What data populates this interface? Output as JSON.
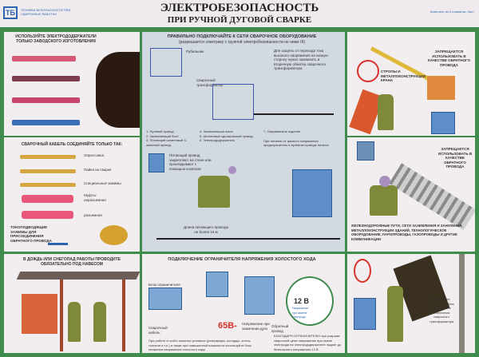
{
  "header": {
    "logo": "ТБ",
    "series": "ТЕХНИКА БЕЗОПАСНОСТИ ПРИ СВАРОЧНЫХ РАБОТАХ",
    "title": "ЭЛЕКТРОБЕЗОПАСНОСТЬ",
    "subtitle": "ПРИ РУЧНОЙ ДУГОВОЙ СВАРКЕ",
    "kit": "Комплект из 4 плакатов. Лист"
  },
  "panel_holders": {
    "caption": "ИСПОЛЬЗУЙТЕ ЭЛЕКТРОДОДЕРЖАТЕЛИ ТОЛЬКО ЗАВОДСКОГО ИЗГОТОВЛЕНИЯ"
  },
  "panel_cable": {
    "caption": "СВАРОЧНЫЙ КАБЕЛЬ СОЕДИНЯЙТЕ ТОЛЬКО ТАК:",
    "items": [
      "Опрессовка",
      "Пайка на сварке",
      "Специальные зажимы",
      "Муфты: неразъемная",
      "разъемная"
    ],
    "clamps": "ТОКОПОДВОДЯЩИЕ ЗАЖИМЫ ДЛЯ ПРИСОЕДИНЕНИЯ ОБРАТНОГО ПРОВОДА"
  },
  "panel_rain": {
    "caption": "В ДОЖДЬ ИЛИ СНЕГОПАД РАБОТЫ ПРОВОДИТЕ ОБЯЗАТЕЛЬНО ПОД НАВЕСОМ"
  },
  "panel_connect": {
    "caption": "ПРАВИЛЬНО ПОДКЛЮЧАЙТЕ К СЕТИ СВАРОЧНОЕ ОБОРУДОВАНИЕ",
    "caption2": "(разрешается электрику с группой электробезопасности не ниже III)",
    "switch": "Рубильник",
    "transformer": "Сварочный трансформатор",
    "note": "Для защиты от перехода тока высокого напряжения на низкую сторону нужно заземлить и вторичную обмотку сварочного трансформатора",
    "legend": [
      "1. Нулевой провод",
      "2. Заземляющий болт",
      "3. Питающий шланговый 3-жильный провод",
      "4. Заземляющая жила",
      "5. Шланговый одножильный провод",
      "6. Электрододержатель",
      "7. Свариваемое изделие"
    ],
    "note2": "При питании от фазного напряжения предохранитель в нулевом проводе нельзя!",
    "supply": "Питающий провод закрепляют на стене или прокладывают с помощью козелков",
    "length": "Длина питающего провода не более 10 м"
  },
  "panel_limiter": {
    "caption": "ПОДКЛЮЧЕНИЕ ОГРАНИЧИТЕЛЯ НАПРЯЖЕНИЯ ХОЛОСТОГО ХОДА",
    "block": "Блок ограничителя",
    "cable": "Сварочный кабель",
    "return": "Обратный провод",
    "v65": "65В-",
    "v65_note": "Напряжение при зажигании дуги",
    "v12": "12 В",
    "v12_note": "Напряжение при замене электрода",
    "note": "При работе в особо опасных условиях (резервуары, колодцы, котлы, тоннели и т.п.) а также при повышенной влажности используйте блок снижения напряжения холостого хода",
    "thanks": "БЛАГОДАРЯ ОГРАНИЧИТЕЛЮ при разрыве сварочной цепи напряжение при смене электрода на электрододержателе падает до безопасного напряжения 12 В"
  },
  "panel_crane": {
    "forbidden": "ЗАПРЕЩАЕТСЯ ИСПОЛЬЗОВАТЬ В КАЧЕСТВЕ ОБРАТНОГО ПРОВОДА",
    "slings": "СТРОПЫ И МЕТАЛЛОКОНСТРУКЦИИ КРАНА"
  },
  "panel_rails": {
    "forbidden": "ЗАПРЕЩАЕТСЯ ИСПОЛЬЗОВАТЬ В КАЧЕСТВЕ ОБРАТНОГО ПРОВОДА",
    "list": "ЖЕЛЕЗНОДОРОЖНЫЕ ПУТИ, СЕТИ ЗАЗЕМЛЕНИЯ И ЗАНУЛЕНИЯ, МЕТАЛЛОКОНСТРУКЦИИ ЗДАНИЙ, ТЕХНОЛОГИЧЕСКОЕ ОБОРУДОВАНИЕ, ПАРОПРОВОДЫ, ГАЗОПРОВОДЫ И ДРУГИЕ КОММУНИКАЦИИ"
  },
  "panel_death": {
    "note": "Соединяйте сварочный кабель только после отключения сварочного трансформатора"
  }
}
